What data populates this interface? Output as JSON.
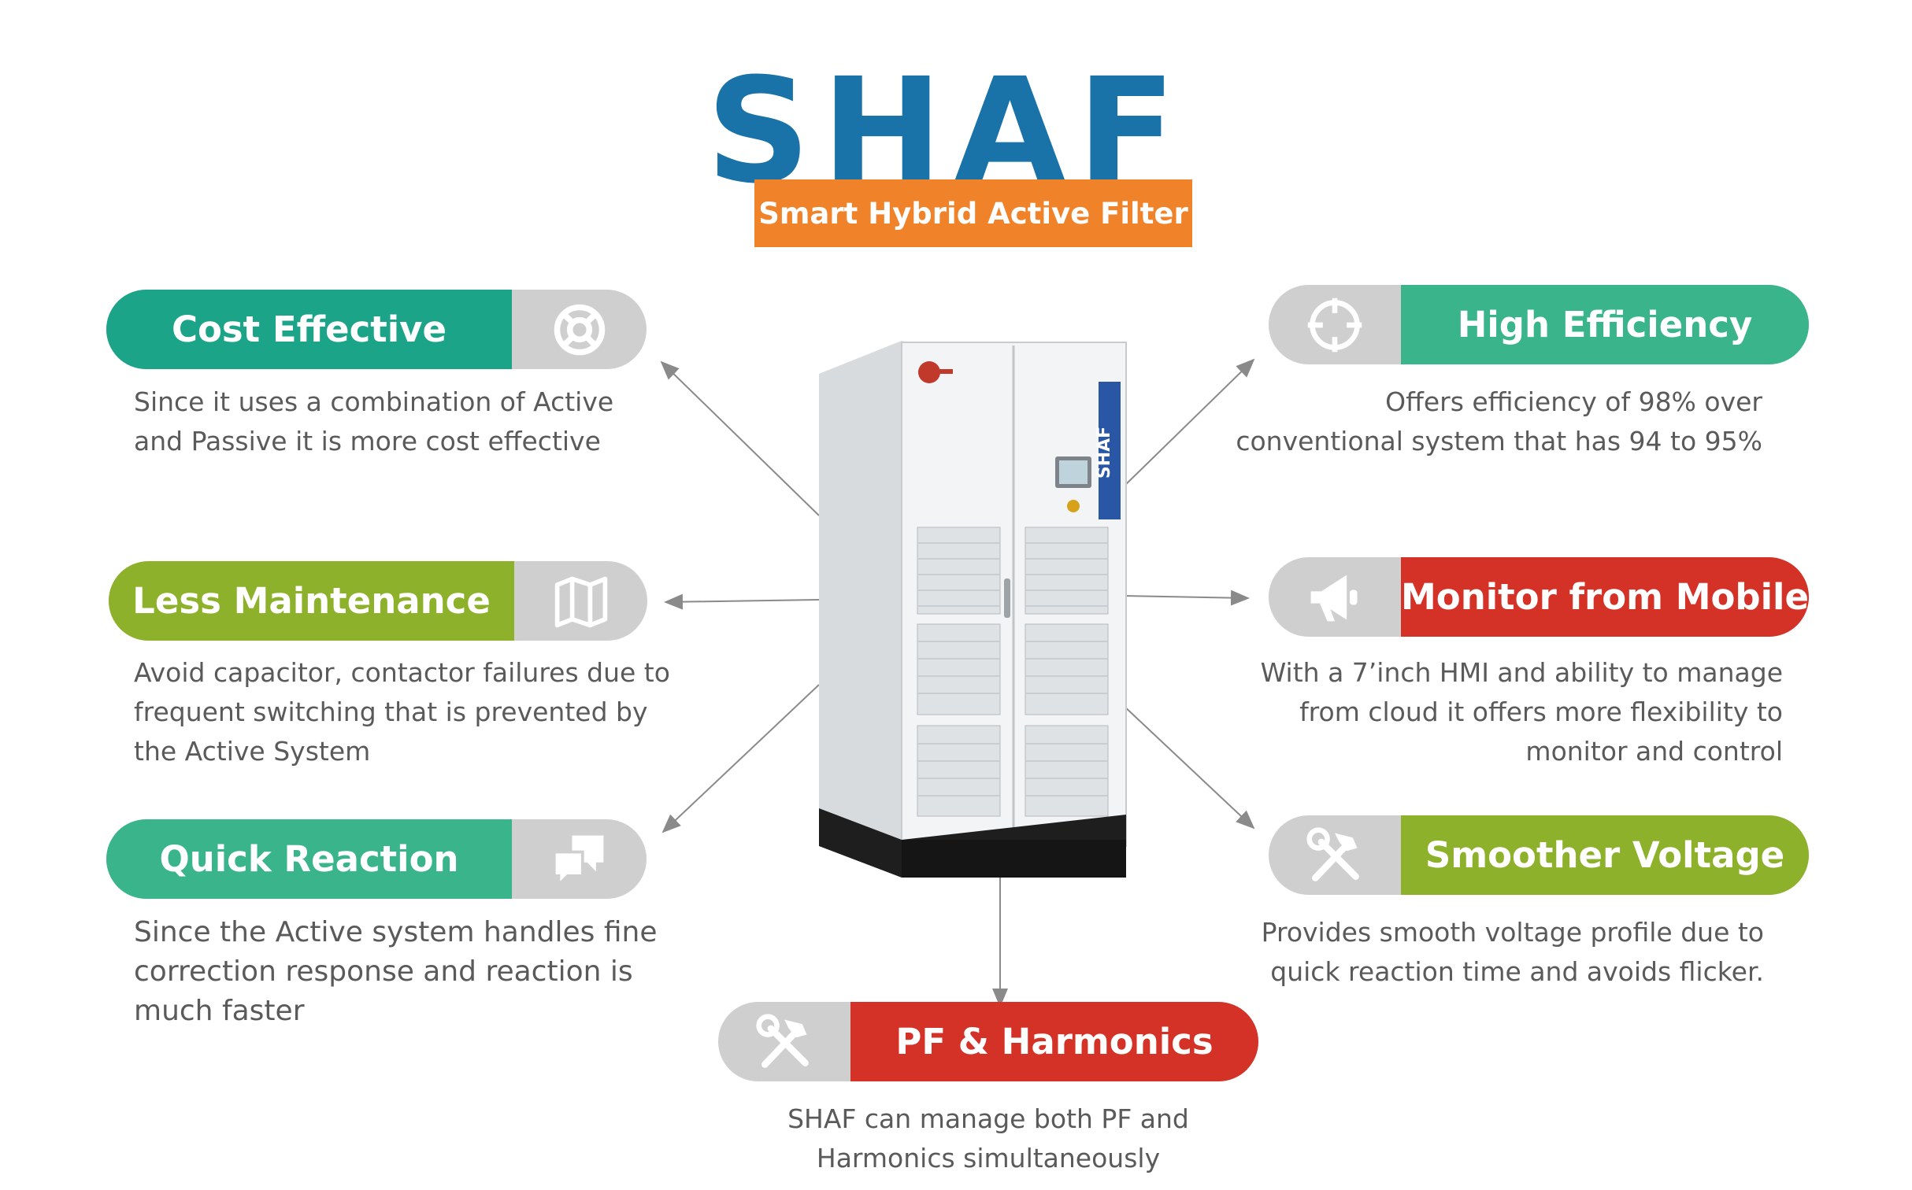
{
  "header": {
    "title": "SHAF",
    "subtitle": "Smart Hybrid Active Filter"
  },
  "device": {
    "side_label": "SHAF"
  },
  "features": {
    "cost_effective": {
      "title": "Cost Effective",
      "lines": [
        "Since it uses a combination of Active",
        "and Passive it is more cost effective"
      ],
      "icon": "lifebuoy-icon",
      "color": "#1ba487"
    },
    "less_maintenance": {
      "title": "Less Maintenance",
      "lines": [
        "Avoid capacitor, contactor failures due to",
        "frequent switching that is prevented by",
        "the Active System"
      ],
      "icon": "map-icon",
      "color": "#8db12a"
    },
    "quick_reaction": {
      "title": "Quick Reaction",
      "lines": [
        "Since the Active system handles fine",
        "correction response and reaction is",
        "much faster"
      ],
      "icon": "chat-icon",
      "color": "#3ab48b"
    },
    "high_efficiency": {
      "title": "High Efficiency",
      "lines": [
        "Offers efficiency of 98% over",
        "conventional system that has 94 to 95%"
      ],
      "icon": "crosshair-icon",
      "color": "#3ab48b"
    },
    "monitor_mobile": {
      "title": "Monitor from Mobile",
      "lines": [
        "With a 7’inch HMI and ability to manage",
        "from cloud it offers more flexibility to",
        "monitor and control"
      ],
      "icon": "megaphone-icon",
      "color": "#d43227"
    },
    "smoother_voltage": {
      "title": "Smoother Voltage",
      "lines": [
        "Provides smooth voltage profile due to",
        "quick reaction time and avoids flicker."
      ],
      "icon": "tools-icon",
      "color": "#8db12a"
    },
    "pf_harmonics": {
      "title": "PF & Harmonics",
      "lines": [
        "SHAF can manage both PF and",
        "Harmonics simultaneously"
      ],
      "icon": "tools-icon",
      "color": "#d43227"
    }
  }
}
